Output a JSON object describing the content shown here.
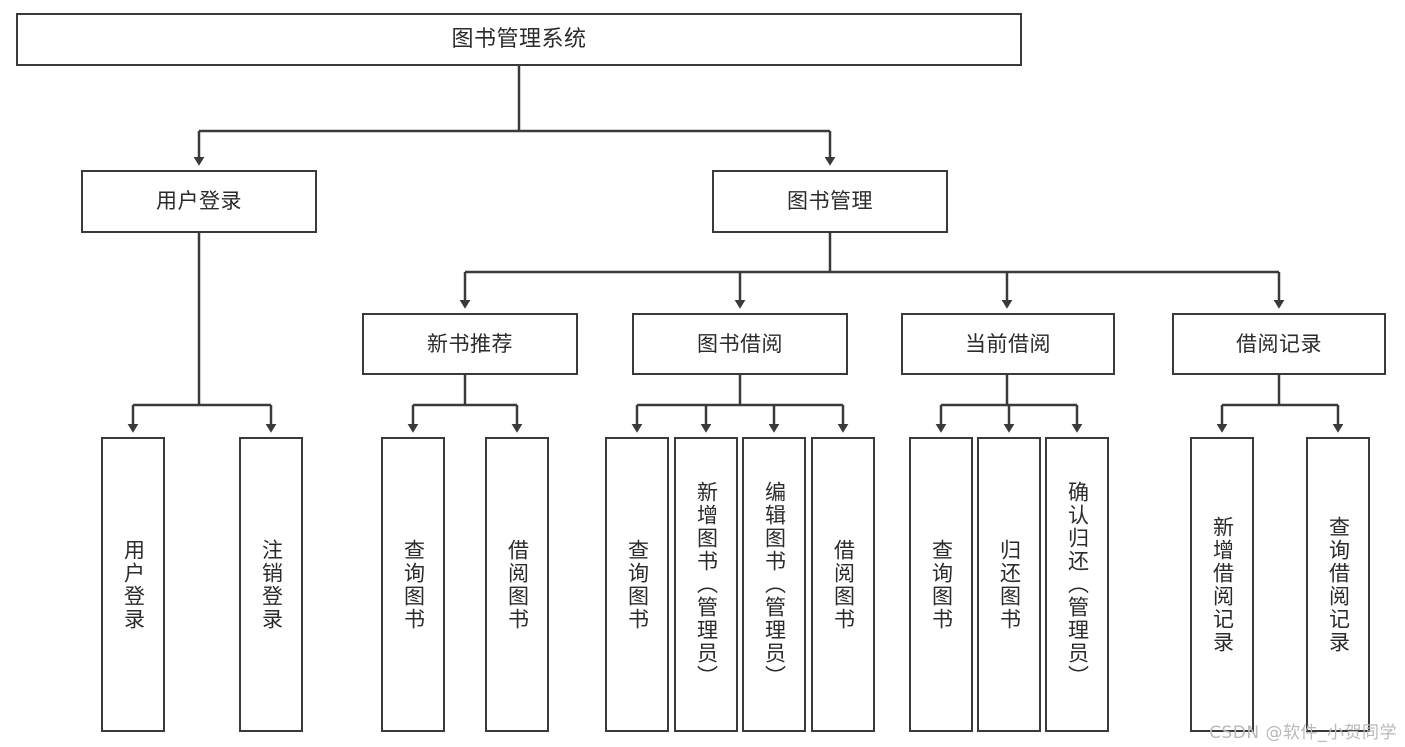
{
  "diagram": {
    "type": "tree-hierarchy",
    "title": "图书管理系统",
    "watermark": "CSDN @软件_小贺同学",
    "colors": {
      "stroke": "#3a3a3a",
      "fill": "#ffffff",
      "text": "#2b2b2b",
      "watermark": "#b9b9b9"
    },
    "nodes": {
      "root": {
        "label": "图书管理系统",
        "level": 0
      },
      "l1": [
        {
          "id": "user-login",
          "label": "用户登录",
          "level": 1
        },
        {
          "id": "book-manage",
          "label": "图书管理",
          "level": 1
        }
      ],
      "l2": [
        {
          "id": "new-book-rec",
          "label": "新书推荐",
          "level": 2,
          "parent": "book-manage"
        },
        {
          "id": "book-borrow",
          "label": "图书借阅",
          "level": 2,
          "parent": "book-manage"
        },
        {
          "id": "current-borrow",
          "label": "当前借阅",
          "level": 2,
          "parent": "book-manage"
        },
        {
          "id": "borrow-record",
          "label": "借阅记录",
          "level": 2,
          "parent": "book-manage"
        }
      ],
      "leaves": [
        {
          "id": "leaf-user-login",
          "label": "用户登录",
          "parent": "user-login"
        },
        {
          "id": "leaf-logout",
          "label": "注销登录",
          "parent": "user-login"
        },
        {
          "id": "leaf-query-book-1",
          "label": "查询图书",
          "parent": "new-book-rec"
        },
        {
          "id": "leaf-borrow-book-1",
          "label": "借阅图书",
          "parent": "new-book-rec"
        },
        {
          "id": "leaf-query-book-2",
          "label": "查询图书",
          "parent": "book-borrow"
        },
        {
          "id": "leaf-add-book",
          "label": "新增图书（管理员）",
          "parent": "book-borrow"
        },
        {
          "id": "leaf-edit-book",
          "label": "编辑图书（管理员）",
          "parent": "book-borrow"
        },
        {
          "id": "leaf-borrow-book-2",
          "label": "借阅图书",
          "parent": "book-borrow"
        },
        {
          "id": "leaf-query-book-3",
          "label": "查询图书",
          "parent": "current-borrow"
        },
        {
          "id": "leaf-return-book",
          "label": "归还图书",
          "parent": "current-borrow"
        },
        {
          "id": "leaf-confirm-return",
          "label": "确认归还（管理员）",
          "parent": "current-borrow"
        },
        {
          "id": "leaf-add-record",
          "label": "新增借阅记录",
          "parent": "borrow-record"
        },
        {
          "id": "leaf-query-record",
          "label": "查询借阅记录",
          "parent": "borrow-record"
        }
      ]
    }
  }
}
